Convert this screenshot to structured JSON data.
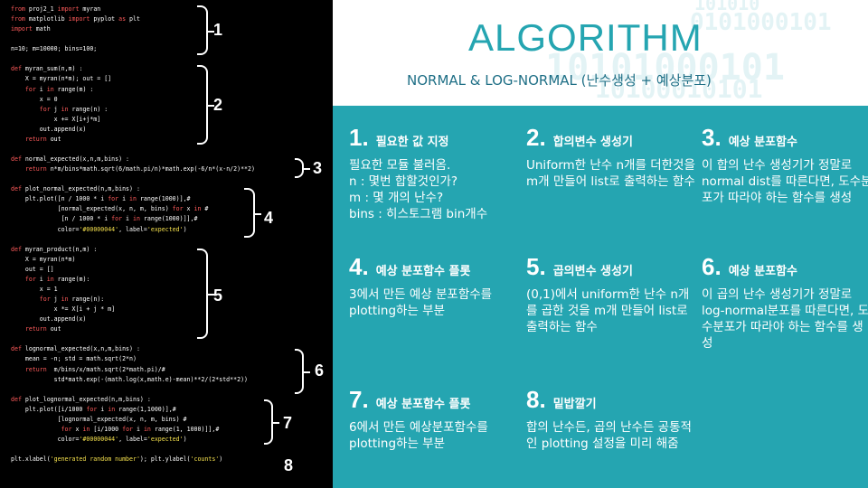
{
  "header": {
    "title": "ALGORITHM",
    "subtitle": "NORMAL & LOG-NORMAL (난수생성 + 예상분포)"
  },
  "code_lines": [
    [
      [
        "kw",
        "from"
      ],
      [
        "t",
        " proj2_1 "
      ],
      [
        "kw",
        "import"
      ],
      [
        "t",
        " myran"
      ]
    ],
    [
      [
        "kw",
        "from"
      ],
      [
        "t",
        " matplotlib "
      ],
      [
        "kw",
        "import"
      ],
      [
        "t",
        " pyplot "
      ],
      [
        "kw",
        "as"
      ],
      [
        "t",
        " plt"
      ]
    ],
    [
      [
        "kw",
        "import"
      ],
      [
        "t",
        " math"
      ]
    ],
    [],
    [
      [
        "t",
        "n=10; m=10000; bins=100;"
      ]
    ],
    [],
    [
      [
        "kw",
        "def"
      ],
      [
        "t",
        " myran_sum(n,m) :"
      ]
    ],
    [
      [
        "t",
        "    X = myran(n*m); out = []"
      ]
    ],
    [
      [
        "t",
        "    "
      ],
      [
        "kw",
        "for"
      ],
      [
        "t",
        " i "
      ],
      [
        "kw",
        "in"
      ],
      [
        "t",
        " range(m) :"
      ]
    ],
    [
      [
        "t",
        "        x = 0"
      ]
    ],
    [
      [
        "t",
        "        "
      ],
      [
        "kw",
        "for"
      ],
      [
        "t",
        " j "
      ],
      [
        "kw",
        "in"
      ],
      [
        "t",
        " range(n) :"
      ]
    ],
    [
      [
        "t",
        "            x += X[i+j*m]"
      ]
    ],
    [
      [
        "t",
        "        out.append(x)"
      ]
    ],
    [
      [
        "t",
        "    "
      ],
      [
        "kw",
        "return"
      ],
      [
        "t",
        " out"
      ]
    ],
    [],
    [
      [
        "kw",
        "def"
      ],
      [
        "t",
        " normal_expected(x,n,m,bins) :"
      ]
    ],
    [
      [
        "t",
        "    "
      ],
      [
        "kw",
        "return"
      ],
      [
        "t",
        " n*m/bins*math.sqrt(6/math.pi/n)*math.exp(-6/n*(x-n/2)**2)"
      ]
    ],
    [],
    [
      [
        "kw",
        "def"
      ],
      [
        "t",
        " plot_normal_expected(n,m,bins) :"
      ]
    ],
    [
      [
        "t",
        "    plt.plot([n / 1000 * i "
      ],
      [
        "kw",
        "for"
      ],
      [
        "t",
        " i "
      ],
      [
        "kw",
        "in"
      ],
      [
        "t",
        " range(1000)],#"
      ]
    ],
    [
      [
        "t",
        "             [normal_expected(x, n, m, bins) "
      ],
      [
        "kw",
        "for"
      ],
      [
        "t",
        " x "
      ],
      [
        "kw",
        "in"
      ],
      [
        "t",
        " #"
      ]
    ],
    [
      [
        "t",
        "              [n / 1000 * i "
      ],
      [
        "kw",
        "for"
      ],
      [
        "t",
        " i "
      ],
      [
        "kw",
        "in"
      ],
      [
        "t",
        " range(1000)]],#"
      ]
    ],
    [
      [
        "t",
        "             color="
      ],
      [
        "str",
        "'#00000044'"
      ],
      [
        "t",
        ", label="
      ],
      [
        "str",
        "'expected'"
      ],
      [
        "t",
        ")"
      ]
    ],
    [],
    [
      [
        "kw",
        "def"
      ],
      [
        "t",
        " myran_product(n,m) :"
      ]
    ],
    [
      [
        "t",
        "    X = myran(n*m)"
      ]
    ],
    [
      [
        "t",
        "    out = []"
      ]
    ],
    [
      [
        "t",
        "    "
      ],
      [
        "kw",
        "for"
      ],
      [
        "t",
        " i "
      ],
      [
        "kw",
        "in"
      ],
      [
        "t",
        " range(m):"
      ]
    ],
    [
      [
        "t",
        "        x = 1"
      ]
    ],
    [
      [
        "t",
        "        "
      ],
      [
        "kw",
        "for"
      ],
      [
        "t",
        " j "
      ],
      [
        "kw",
        "in"
      ],
      [
        "t",
        " range(n):"
      ]
    ],
    [
      [
        "t",
        "            x *= X[i + j * m]"
      ]
    ],
    [
      [
        "t",
        "        out.append(x)"
      ]
    ],
    [
      [
        "t",
        "    "
      ],
      [
        "kw",
        "return"
      ],
      [
        "t",
        " out"
      ]
    ],
    [],
    [
      [
        "kw",
        "def"
      ],
      [
        "t",
        " lognormal_expected(x,n,m,bins) :"
      ]
    ],
    [
      [
        "t",
        "    mean = -n; std = math.sqrt(2*n)"
      ]
    ],
    [
      [
        "t",
        "    "
      ],
      [
        "kw",
        "return"
      ],
      [
        "t",
        "  m/bins/x/math.sqrt(2*math.pi)/#"
      ]
    ],
    [
      [
        "t",
        "            std*math.exp(-(math.log(x,math.e)-mean)**2/(2*std**2))"
      ]
    ],
    [],
    [
      [
        "kw",
        "def"
      ],
      [
        "t",
        " plot_lognormal_expected(n,m,bins) :"
      ]
    ],
    [
      [
        "t",
        "    plt.plot([i/1000 "
      ],
      [
        "kw",
        "for"
      ],
      [
        "t",
        " i "
      ],
      [
        "kw",
        "in"
      ],
      [
        "t",
        " range(1,1000)],#"
      ]
    ],
    [
      [
        "t",
        "             [lognormal_expected(x, n, m, bins) #"
      ]
    ],
    [
      [
        "t",
        "              "
      ],
      [
        "kw",
        "for"
      ],
      [
        "t",
        " x "
      ],
      [
        "kw",
        "in"
      ],
      [
        "t",
        " [i/1000 "
      ],
      [
        "kw",
        "for"
      ],
      [
        "t",
        " i "
      ],
      [
        "kw",
        "in"
      ],
      [
        "t",
        " range(1, 1000)]],#"
      ]
    ],
    [
      [
        "t",
        "             color="
      ],
      [
        "str",
        "'#00000044'"
      ],
      [
        "t",
        ", label="
      ],
      [
        "str",
        "'expected'"
      ],
      [
        "t",
        ")"
      ]
    ],
    [],
    [
      [
        "t",
        "plt.xlabel("
      ],
      [
        "str",
        "'generated random number'"
      ],
      [
        "t",
        "); plt.ylabel("
      ],
      [
        "str",
        "'counts'"
      ],
      [
        "t",
        ")"
      ]
    ]
  ],
  "bracket_labels": [
    "1",
    "2",
    "3",
    "4",
    "5",
    "6",
    "7",
    "8"
  ],
  "cards": [
    {
      "num": "1.",
      "title": "필요한 값 지정",
      "body": "필요한 모듈 불러옴.\nn : 몇번 합할것인가?\nm : 몇 개의 난수?\nbins : 히스토그램 bin개수"
    },
    {
      "num": "2.",
      "title": "합의변수 생성기",
      "body": "Uniform한 난수 n개를 더한것을 m개 만들어 list로 출력하는 함수"
    },
    {
      "num": "3.",
      "title": "예상 분포함수",
      "body": "이 합의 난수 생성기가 정말로 normal dist를 따른다면, 도수분포가 따라야 하는 함수를 생성"
    },
    {
      "num": "4.",
      "title": "예상 분포함수 플롯",
      "body": "3에서 만든 예상 분포함수를 plotting하는 부분"
    },
    {
      "num": "5.",
      "title": "곱의변수 생성기",
      "body": "(0,1)에서 uniform한 난수 n개를 곱한 것을 m개 만들어 list로 출력하는 함수"
    },
    {
      "num": "6.",
      "title": "예상 분포함수",
      "body": "이 곱의 난수 생성기가 정말로 log-normal분포를 따른다면, 도수분포가 따라야 하는 함수를 생성"
    },
    {
      "num": "7.",
      "title": "예상 분포함수 플롯",
      "body": "6에서 만든 예상분포함수를 plotting하는 부분"
    },
    {
      "num": "8.",
      "title": "밑밥깔기",
      "body": "합의 난수든, 곱의 난수든 공통적인 plotting 설정을 미리 해줌"
    }
  ],
  "colors": {
    "accent": "#25a5b1",
    "code_bg": "#000000",
    "keyword": "#ff5b5b",
    "string": "#f4e04d"
  }
}
